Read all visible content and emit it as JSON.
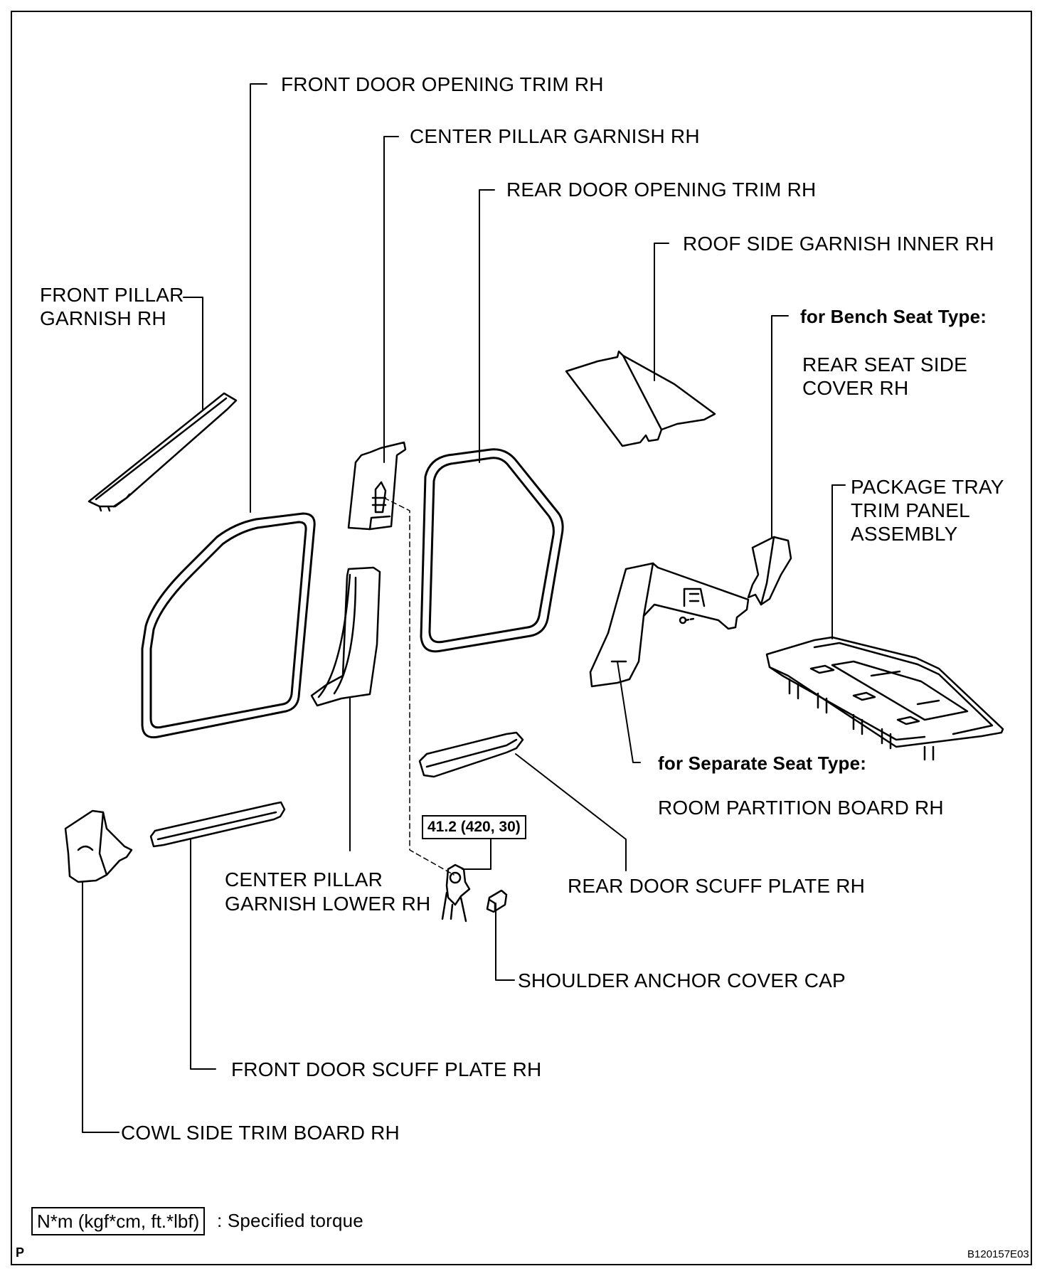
{
  "labels": {
    "front_door_opening_trim": "FRONT DOOR OPENING TRIM RH",
    "center_pillar_garnish": "CENTER PILLAR GARNISH RH",
    "rear_door_opening_trim": "REAR DOOR OPENING TRIM RH",
    "roof_side_garnish": "ROOF SIDE GARNISH INNER RH",
    "front_pillar_line1": "FRONT PILLAR",
    "front_pillar_line2": "GARNISH RH",
    "bench_seat_heading": "for Bench Seat Type:",
    "rear_seat_cover_line1": "REAR SEAT SIDE",
    "rear_seat_cover_line2": "COVER RH",
    "package_tray_line1": "PACKAGE TRAY",
    "package_tray_line2": "TRIM PANEL",
    "package_tray_line3": "ASSEMBLY",
    "separate_seat_heading": "for Separate Seat Type:",
    "room_partition": "ROOM PARTITION BOARD RH",
    "torque_value": "41.2 (420, 30)",
    "center_pillar_lower_line1": "CENTER PILLAR",
    "center_pillar_lower_line2": "GARNISH LOWER RH",
    "rear_door_scuff": "REAR DOOR SCUFF PLATE RH",
    "shoulder_anchor": "SHOULDER ANCHOR COVER CAP",
    "front_door_scuff": "FRONT DOOR SCUFF PLATE RH",
    "cowl_side": "COWL SIDE TRIM BOARD RH"
  },
  "legend": {
    "unit": "N*m (kgf*cm, ft.*lbf)",
    "text": ": Specified torque"
  },
  "footer": {
    "corner_mark": "P",
    "figure_code": "B120157E03"
  }
}
